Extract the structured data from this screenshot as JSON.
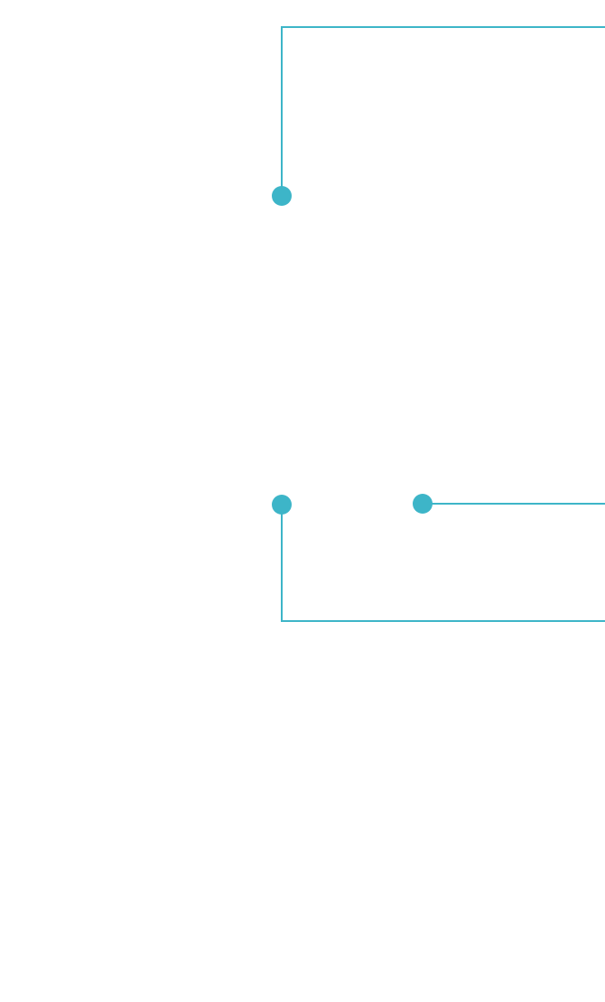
{
  "colors": {
    "background": "#ffffff",
    "connector": "#3db5c8"
  },
  "connectors": [
    {
      "id": "top-bracket",
      "shape": "elbow",
      "endpoint": "dot"
    },
    {
      "id": "bottom-bracket",
      "shape": "elbow",
      "endpoint": "dot"
    },
    {
      "id": "middle-line",
      "shape": "straight",
      "endpoint": "dot"
    }
  ]
}
